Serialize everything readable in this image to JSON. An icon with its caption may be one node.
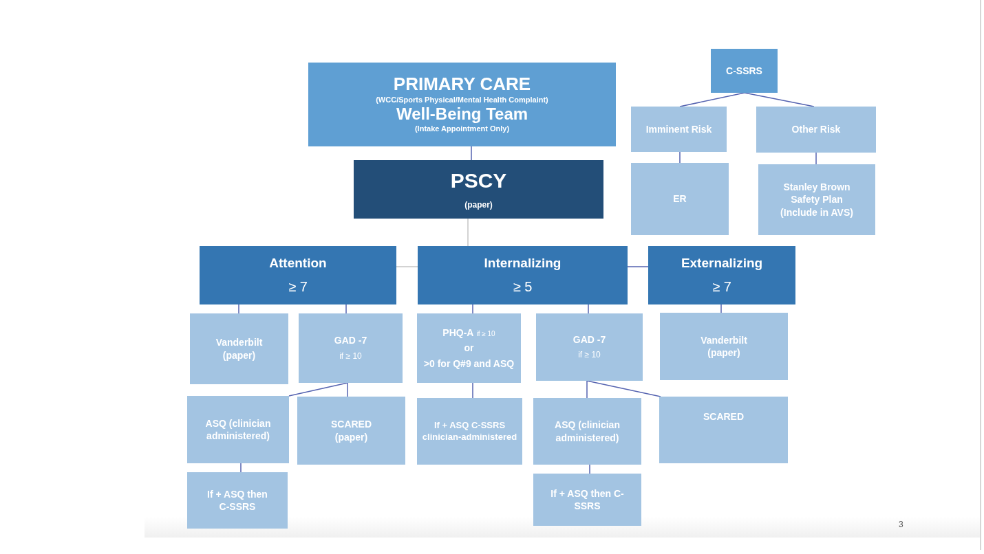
{
  "diagram": {
    "nodes": [
      {
        "text": [
          "PRIMARY CARE",
          "(WCC/Sports Physical/Mental Health Complaint)",
          "Well-Being Team",
          "(Intake Appointment Only)"
        ]
      },
      {
        "text": [
          "PSCY",
          "(paper)"
        ]
      },
      {
        "text": [
          "C-SSRS"
        ]
      },
      {
        "text": [
          "Imminent Risk"
        ]
      },
      {
        "text": [
          "Other Risk"
        ]
      },
      {
        "text": [
          "ER"
        ]
      },
      {
        "text": [
          "Stanley Brown Safety Plan (Include in AVS)"
        ]
      },
      {
        "text": [
          "Attention",
          "≥ 7"
        ]
      },
      {
        "text": [
          "Internalizing",
          "≥ 5"
        ]
      },
      {
        "text": [
          "Externalizing",
          "≥ 7"
        ]
      },
      {
        "text": [
          "Vanderbilt (paper)"
        ]
      },
      {
        "text": [
          "GAD -7",
          "if ≥ 10"
        ]
      },
      {
        "text": [
          "PHQ-A",
          "if ≥ 10",
          "or",
          ">0 for Q#9 and ASQ"
        ]
      },
      {
        "text": [
          "GAD -7",
          "if ≥ 10"
        ]
      },
      {
        "text": [
          "Vanderbilt (paper)"
        ]
      },
      {
        "text": [
          "ASQ (clinician administered)"
        ]
      },
      {
        "text": [
          "SCARED (paper)"
        ]
      },
      {
        "text": [
          "If + ASQ C-SSRS clinician-administered"
        ]
      },
      {
        "text": [
          "ASQ (clinician administered)"
        ]
      },
      {
        "text": [
          "SCARED"
        ]
      },
      {
        "text": [
          "If + ASQ then C-SSRS"
        ]
      },
      {
        "text": [
          "If + ASQ then C-SSRS"
        ]
      }
    ],
    "edges": [
      {
        "from": 0,
        "to": 1,
        "arrow": "none"
      },
      {
        "from": 1,
        "to": 8,
        "arrow": "none",
        "color": "#c4c4c4"
      },
      {
        "from": 7,
        "to": 8,
        "arrow": "none",
        "color": "#c4c4c4"
      },
      {
        "from": 8,
        "to": 9,
        "arrow": "none"
      },
      {
        "from": 2,
        "to": 3,
        "arrow": "none"
      },
      {
        "from": 2,
        "to": 4,
        "arrow": "none"
      },
      {
        "from": 3,
        "to": 5,
        "arrow": "none"
      },
      {
        "from": 4,
        "to": 6,
        "arrow": "none"
      },
      {
        "from": 7,
        "to": 10,
        "arrow": "none"
      },
      {
        "from": 7,
        "to": 11,
        "arrow": "none"
      },
      {
        "from": 8,
        "to": 12,
        "arrow": "none"
      },
      {
        "from": 8,
        "to": 13,
        "arrow": "none"
      },
      {
        "from": 9,
        "to": 14,
        "arrow": "none"
      },
      {
        "from": 11,
        "to": 15,
        "arrow": "none"
      },
      {
        "from": 11,
        "to": 16,
        "arrow": "none"
      },
      {
        "from": 12,
        "to": 17,
        "arrow": "none"
      },
      {
        "from": 13,
        "to": 18,
        "arrow": "none"
      },
      {
        "from": 13,
        "to": 19,
        "arrow": "none"
      },
      {
        "from": 15,
        "to": 20,
        "arrow": "none"
      },
      {
        "from": 18,
        "to": 21,
        "arrow": "none"
      }
    ],
    "labels": [
      "3"
    ]
  }
}
